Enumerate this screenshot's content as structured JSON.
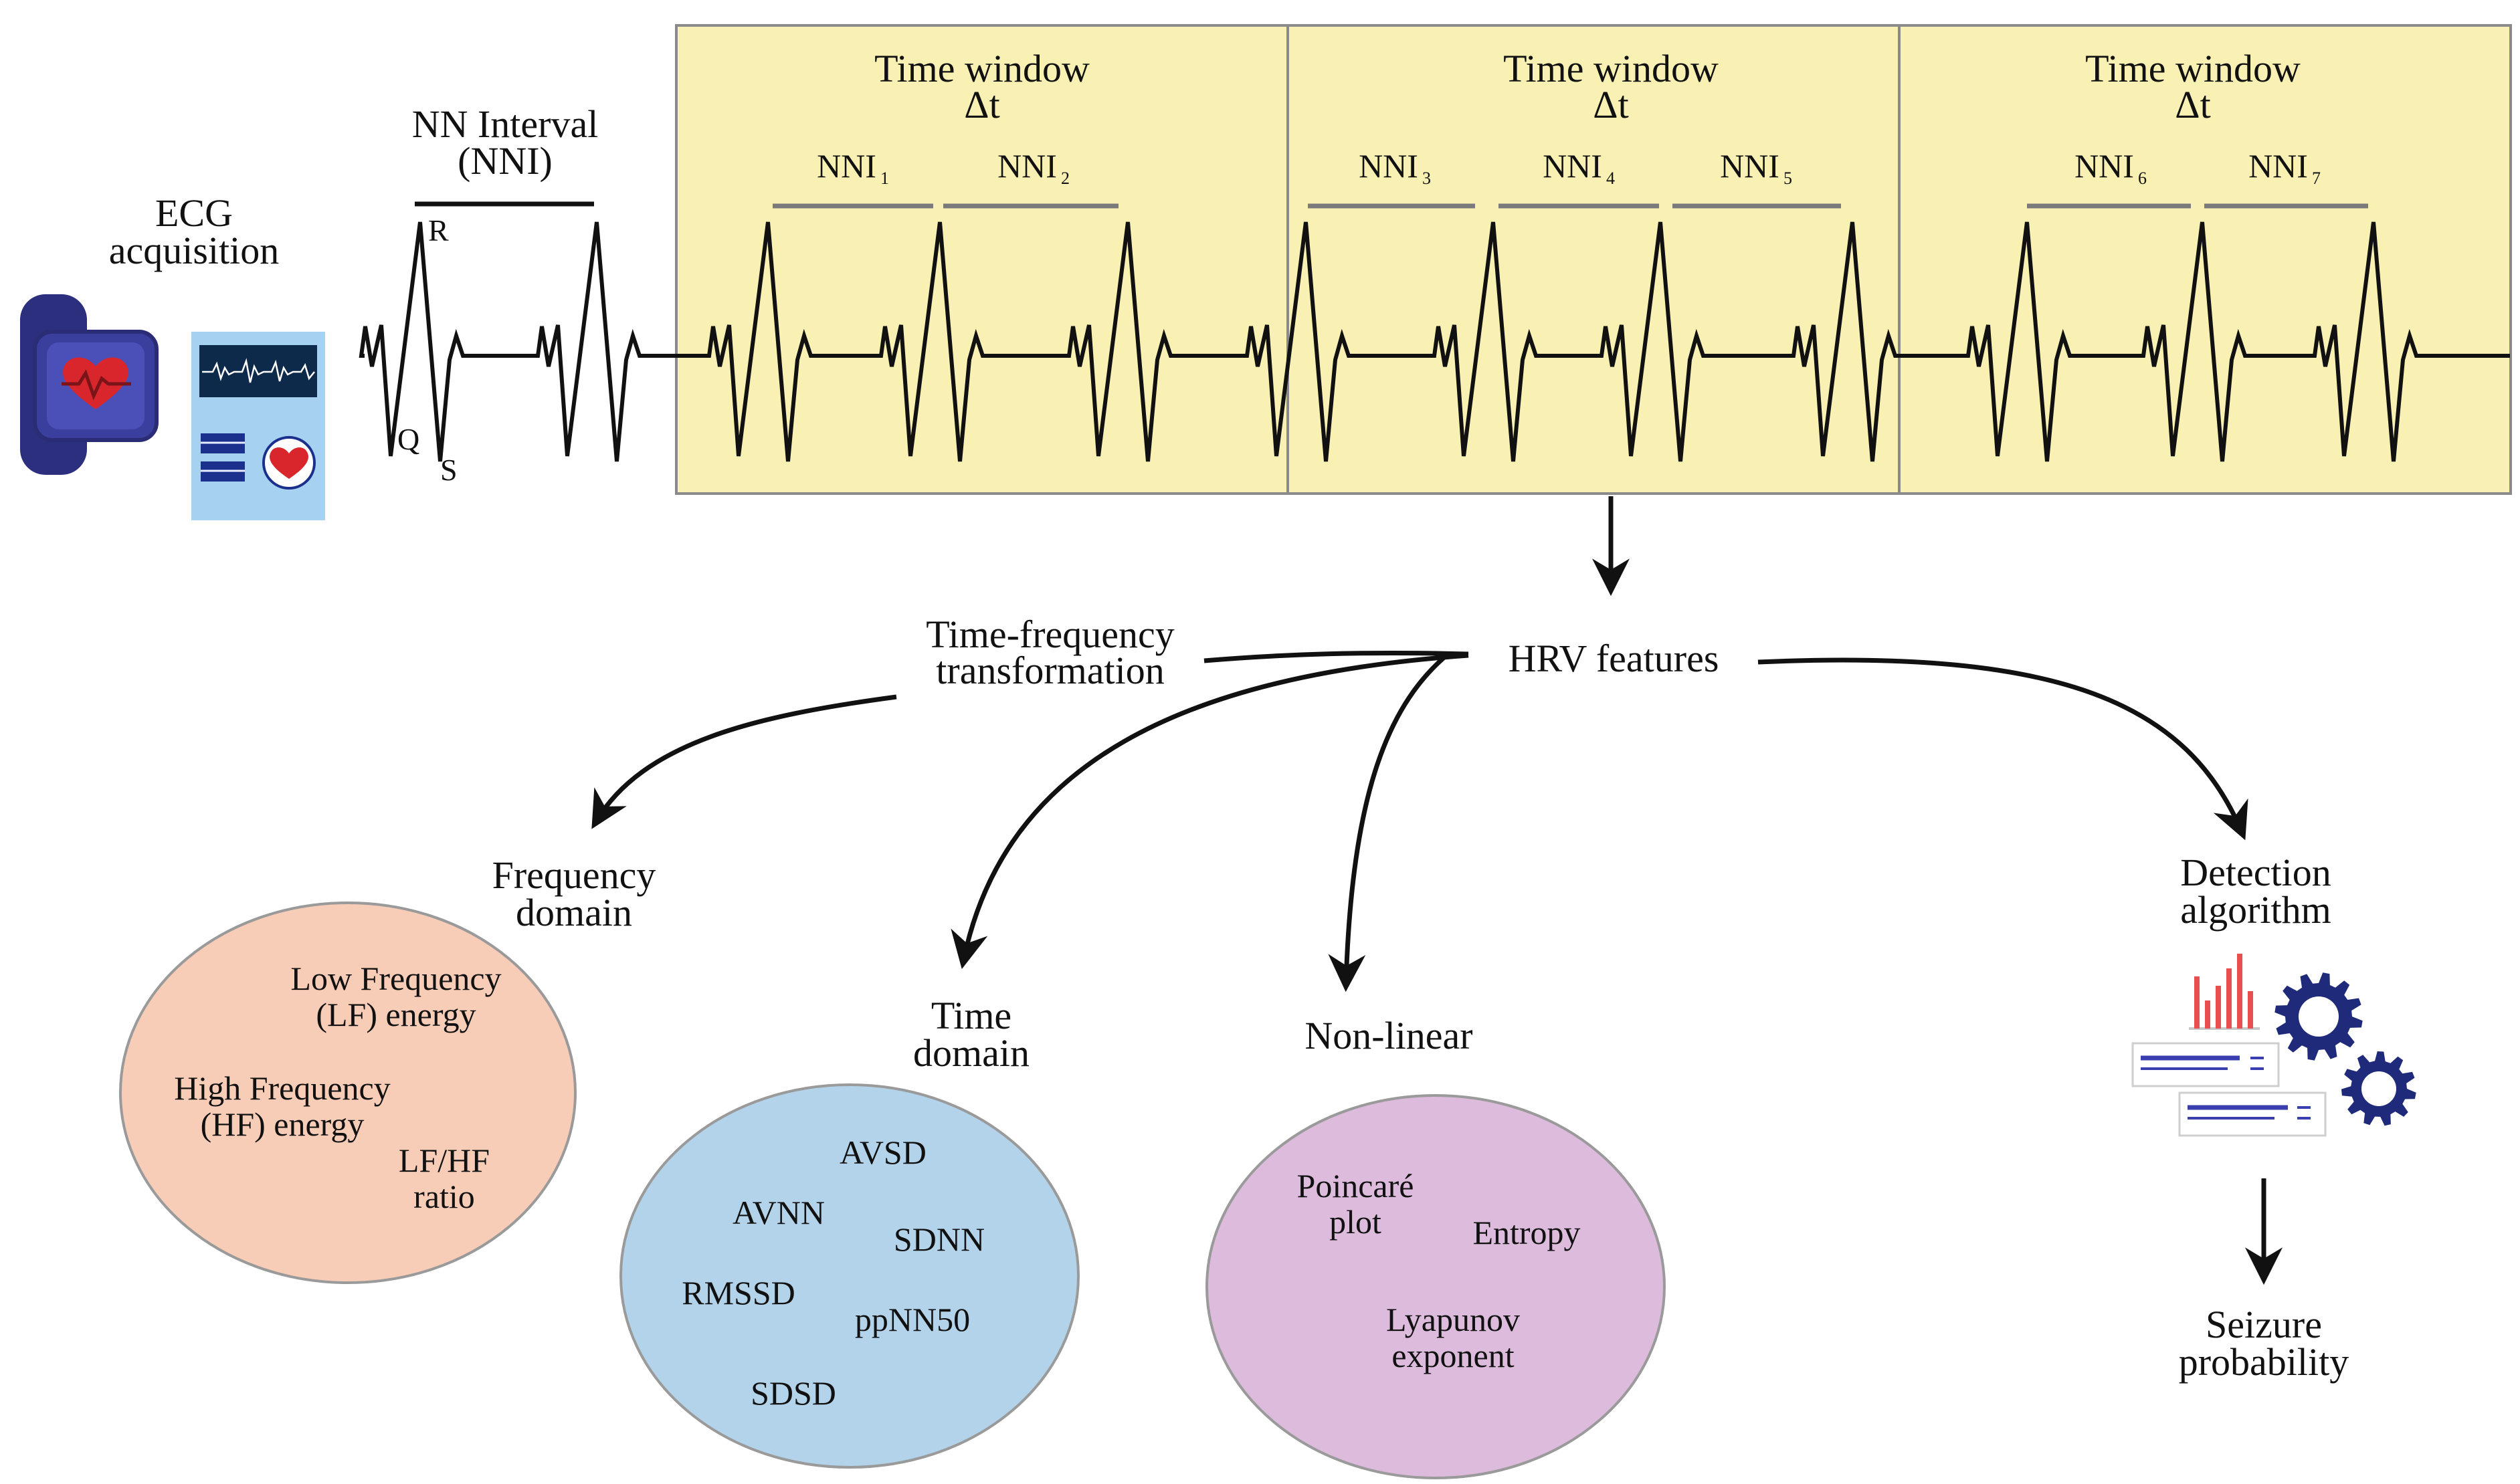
{
  "ecg_acquisition": {
    "line1": "ECG",
    "line2": "acquisition"
  },
  "nn_interval": {
    "line1": "NN Interval",
    "line2": "(NNI)"
  },
  "wave_labels": {
    "r": "R",
    "q": "Q",
    "s": "S"
  },
  "time_windows": [
    {
      "label": "Time window",
      "delta": "Δt"
    },
    {
      "label": "Time window",
      "delta": "Δt"
    },
    {
      "label": "Time window",
      "delta": "Δt"
    }
  ],
  "nni_labels": [
    {
      "base": "NNI",
      "sub": "1"
    },
    {
      "base": "NNI",
      "sub": "2"
    },
    {
      "base": "NNI",
      "sub": "3"
    },
    {
      "base": "NNI",
      "sub": "4"
    },
    {
      "base": "NNI",
      "sub": "5"
    },
    {
      "base": "NNI",
      "sub": "6"
    },
    {
      "base": "NNI",
      "sub": "7"
    }
  ],
  "hrv_features": "HRV features",
  "time_frequency": {
    "line1": "Time-frequency",
    "line2": "transformation"
  },
  "frequency_domain": {
    "title1": "Frequency",
    "title2": "domain",
    "items": [
      [
        "Low Frequency",
        "(LF) energy"
      ],
      [
        "High Frequency",
        "(HF) energy"
      ],
      [
        "LF/HF",
        "ratio"
      ]
    ]
  },
  "time_domain": {
    "title1": "Time",
    "title2": "domain",
    "items": [
      "AVSD",
      "AVNN",
      "SDNN",
      "RMSSD",
      "ppNN50",
      "SDSD"
    ]
  },
  "nonlinear": {
    "title": "Non-linear",
    "items": [
      [
        "Poincaré",
        "plot"
      ],
      [
        "Entropy"
      ],
      [
        "Lyapunov",
        "exponent"
      ]
    ]
  },
  "detection": {
    "line1": "Detection",
    "line2": "algorithm"
  },
  "seizure": {
    "line1": "Seizure",
    "line2": "probability"
  },
  "colors": {
    "window_fill": "#f9f0b3",
    "window_stroke": "#8a8a8a",
    "frequency_ellipse": "#f8cdb8",
    "time_ellipse": "#b3d3ea",
    "nonlinear_ellipse": "#ddbbdc",
    "watch_body": "#3a3f9e",
    "monitor_bg": "#a6d1f0",
    "gear": "#1f2a7a",
    "bars": "#e85050",
    "heart": "#d8262c"
  }
}
